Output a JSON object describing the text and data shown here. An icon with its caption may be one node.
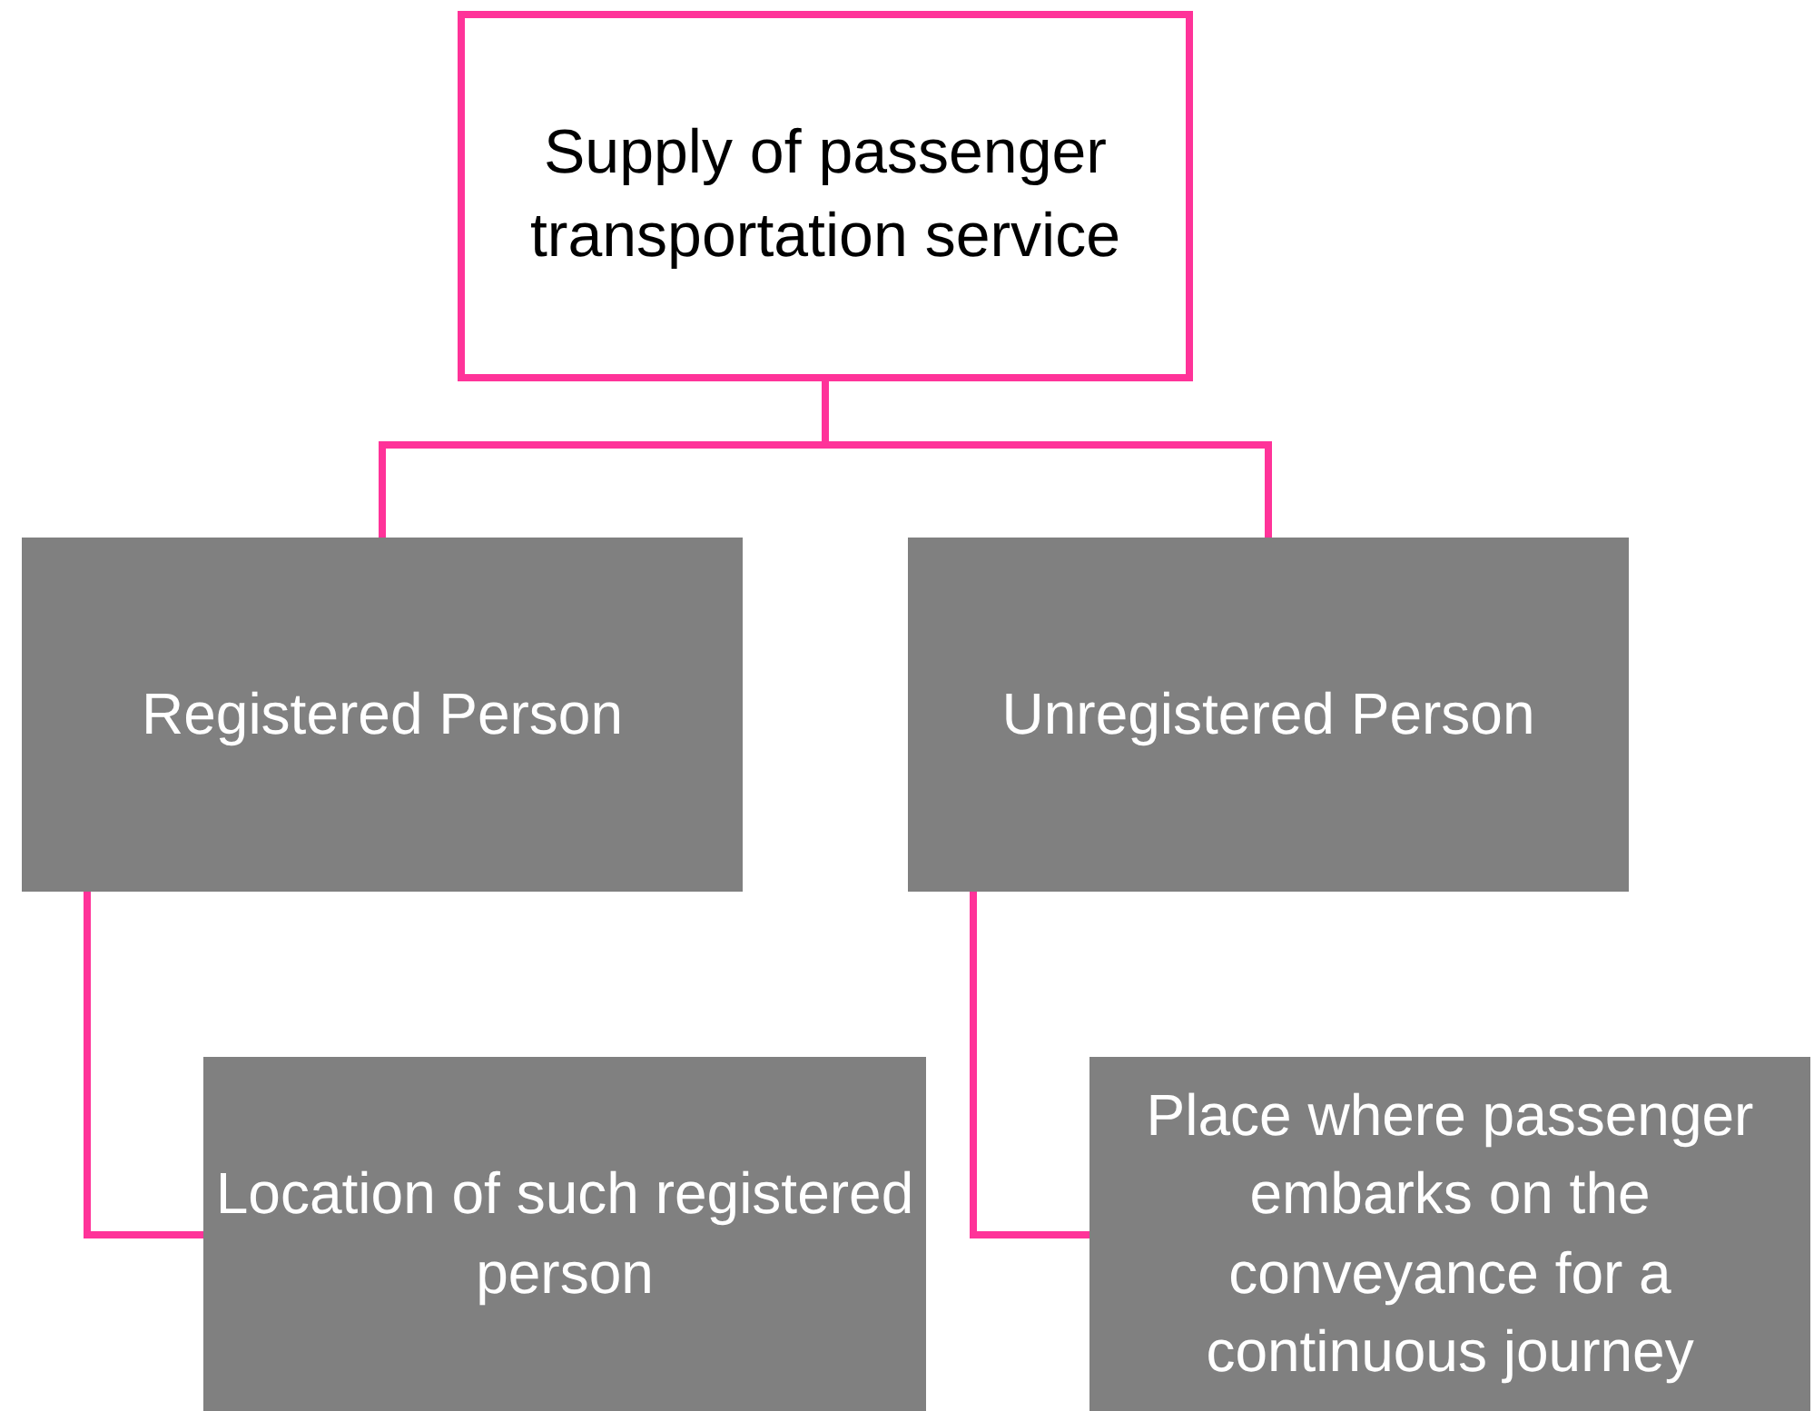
{
  "diagram": {
    "nodes": [
      {
        "text": [
          "Supply of passenger transportation service"
        ]
      },
      {
        "text": [
          "Registered Person"
        ]
      },
      {
        "text": [
          "Unregistered Person"
        ]
      },
      {
        "text": [
          "Location of such registered person"
        ]
      },
      {
        "text": [
          "Place where passenger embarks on the conveyance for a continuous journey"
        ]
      }
    ],
    "edges": [
      {
        "from": 0,
        "to": 1,
        "arrow": "none",
        "color": "#ff3399"
      },
      {
        "from": 0,
        "to": 2,
        "arrow": "none",
        "color": "#ff3399"
      },
      {
        "from": 1,
        "to": 3,
        "arrow": "none",
        "color": "#ff3399"
      },
      {
        "from": 2,
        "to": 4,
        "arrow": "none",
        "color": "#ff3399"
      }
    ]
  }
}
